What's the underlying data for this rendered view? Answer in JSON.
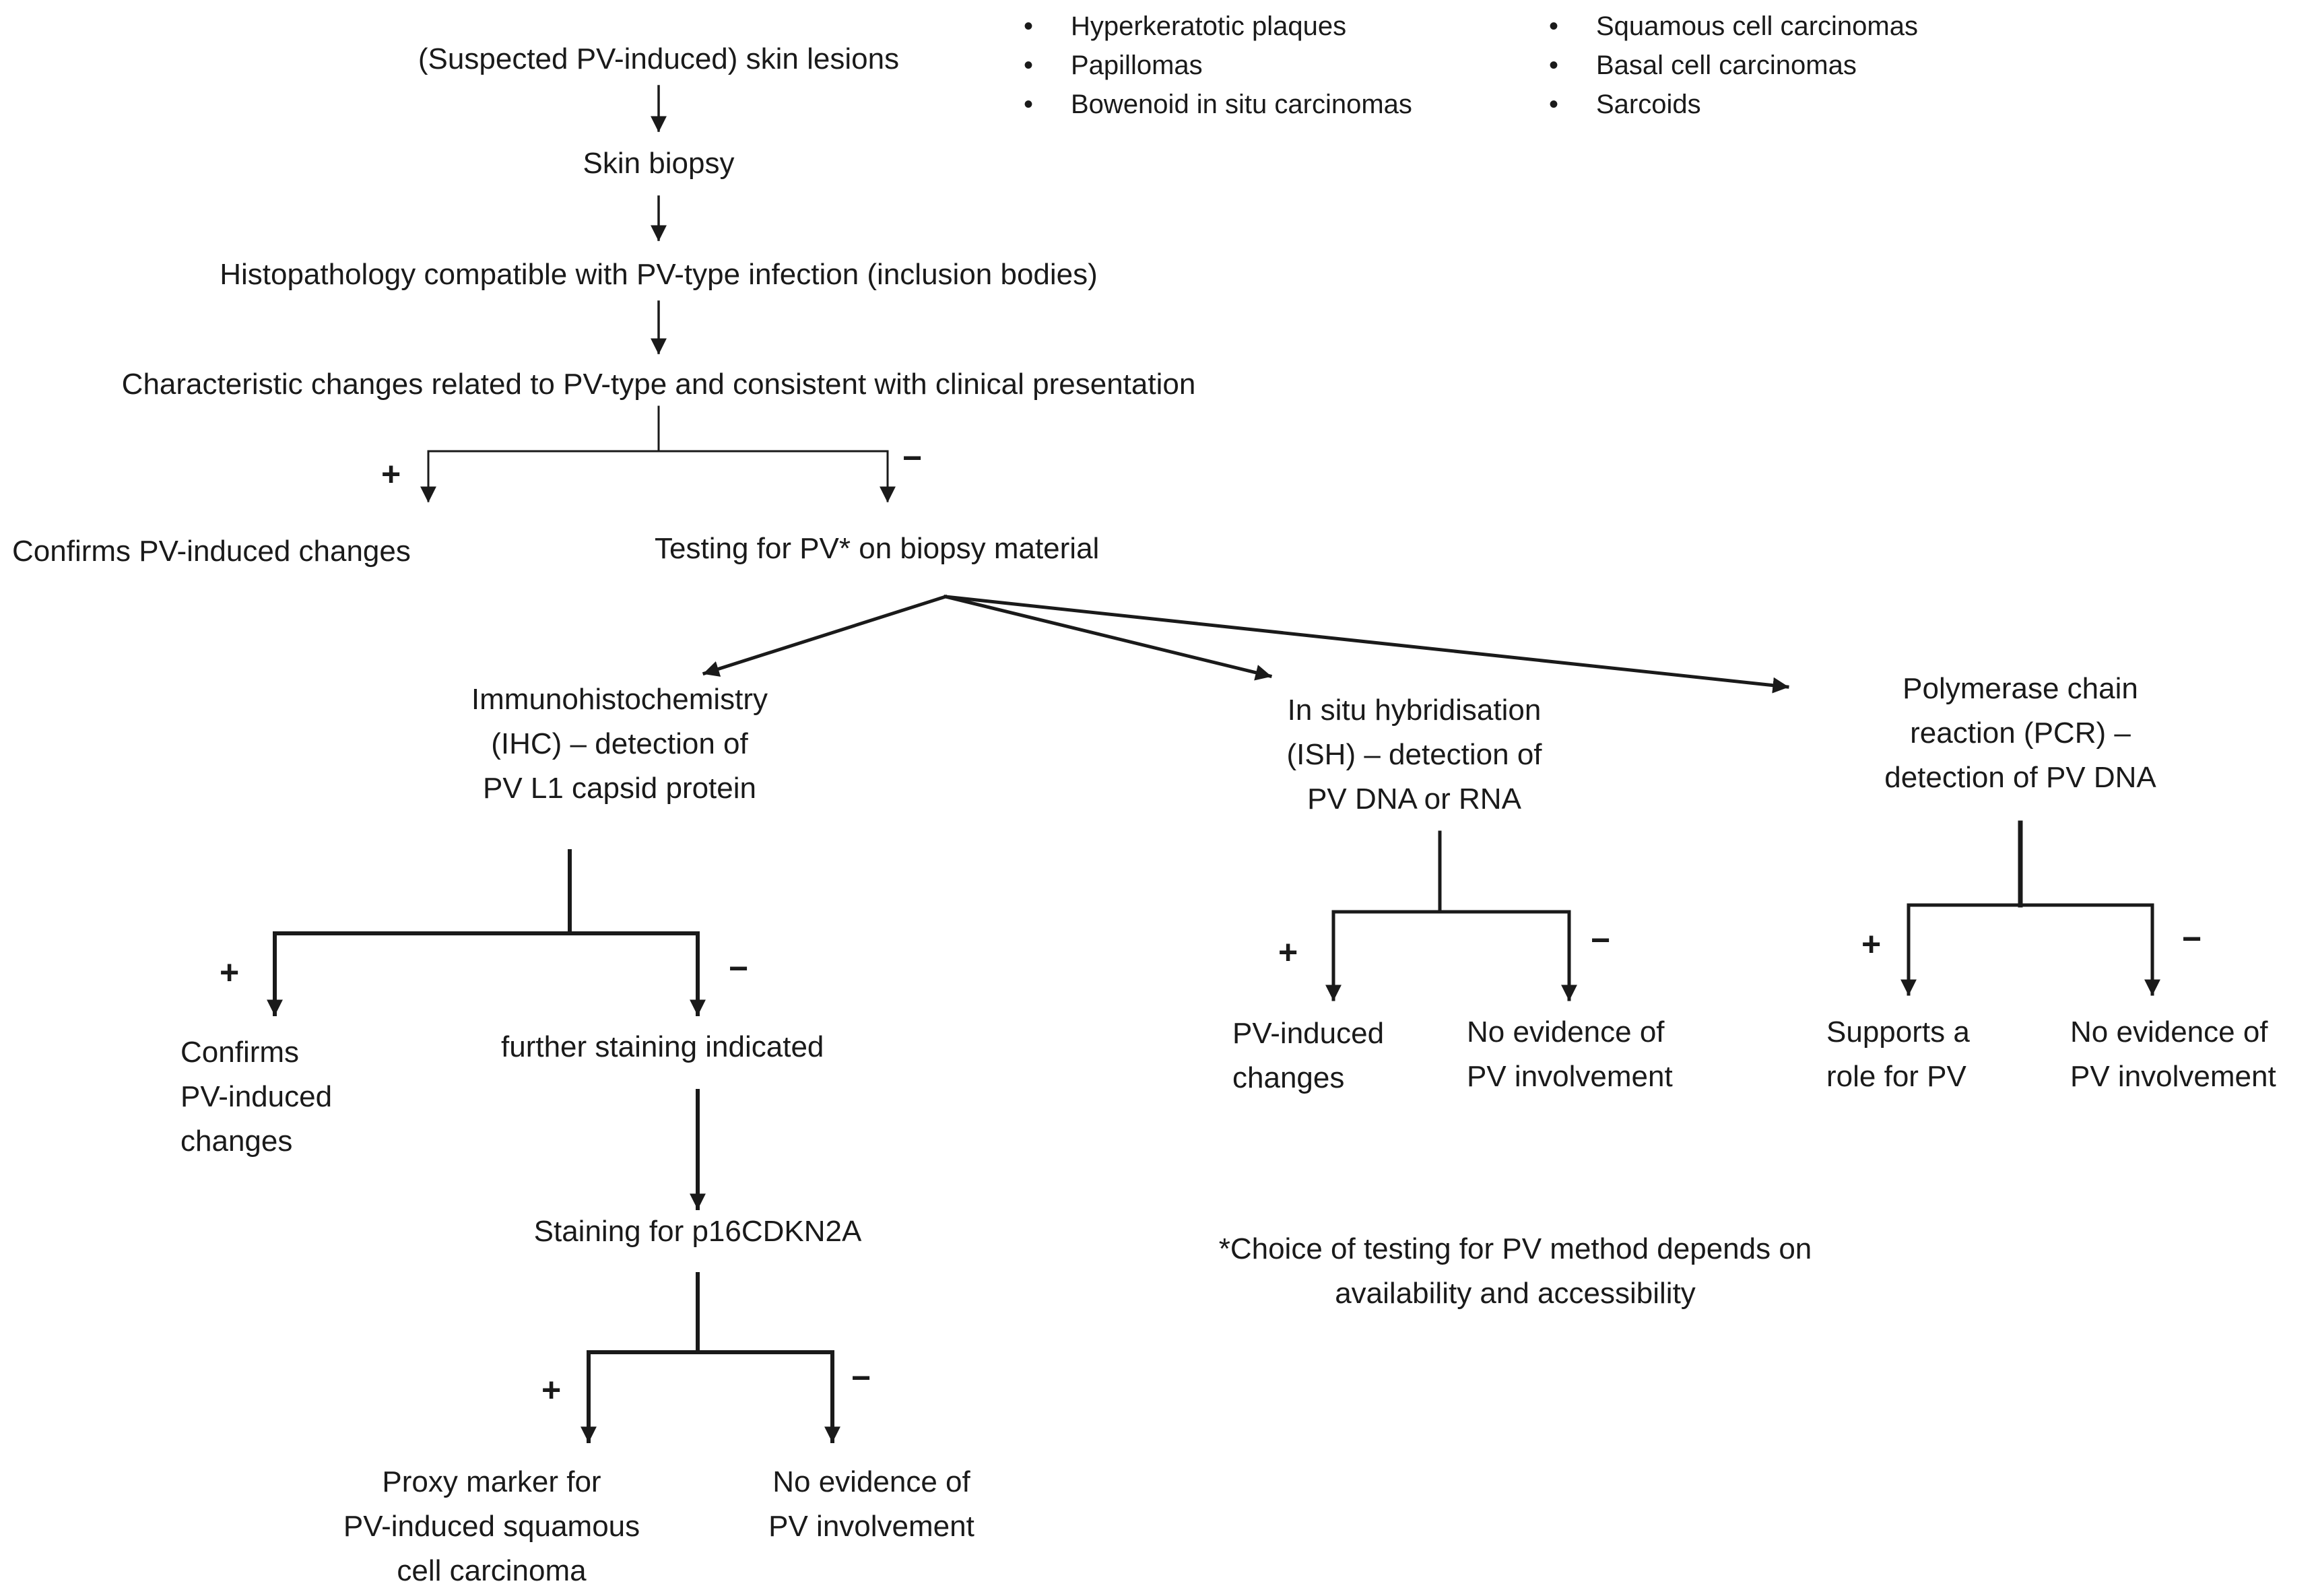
{
  "start": "(Suspected PV-induced) skin lesions",
  "lesion_types_left": [
    "Hyperkeratotic plaques",
    "Papillomas",
    "Bowenoid in situ carcinomas"
  ],
  "lesion_types_right": [
    "Squamous cell carcinomas",
    "Basal cell carcinomas",
    "Sarcoids"
  ],
  "bullet": "•",
  "step_biopsy": "Skin biopsy",
  "step_histo": "Histopathology compatible with PV-type infection (inclusion bodies)",
  "step_changes": "Characteristic changes related to PV-type and consistent with clinical presentation",
  "plus": "+",
  "minus": "−",
  "confirms_top": "Confirms PV-induced changes",
  "testing": "Testing for PV* on biopsy material",
  "ihc": {
    "l1": "Immunohistochemistry",
    "l2": "(IHC) – detection of",
    "l3": "PV L1 capsid protein"
  },
  "ish": {
    "l1": "In situ hybridisation",
    "l2": "(ISH) – detection of",
    "l3": "PV DNA or RNA"
  },
  "pcr": {
    "l1": "Polymerase chain",
    "l2": "reaction (PCR) –",
    "l3": "detection of PV DNA"
  },
  "ihc_pos": {
    "l1": "Confirms",
    "l2": "PV-induced",
    "l3": "changes"
  },
  "ihc_neg": "further staining indicated",
  "p16": "Staining for p16CDKN2A",
  "p16_pos": {
    "l1": "Proxy marker for",
    "l2": "PV-induced squamous",
    "l3": "cell carcinoma"
  },
  "p16_neg": {
    "l1": "No evidence of",
    "l2": "PV involvement"
  },
  "ish_pos": {
    "l1": "PV-induced",
    "l2": "changes"
  },
  "ish_neg": {
    "l1": "No evidence of",
    "l2": "PV involvement"
  },
  "pcr_pos": {
    "l1": "Supports a",
    "l2": "role for PV"
  },
  "pcr_neg": {
    "l1": "No evidence of",
    "l2": "PV involvement"
  },
  "footnote": {
    "l1": "*Choice of testing for PV method depends on",
    "l2": "availability and accessibility"
  }
}
